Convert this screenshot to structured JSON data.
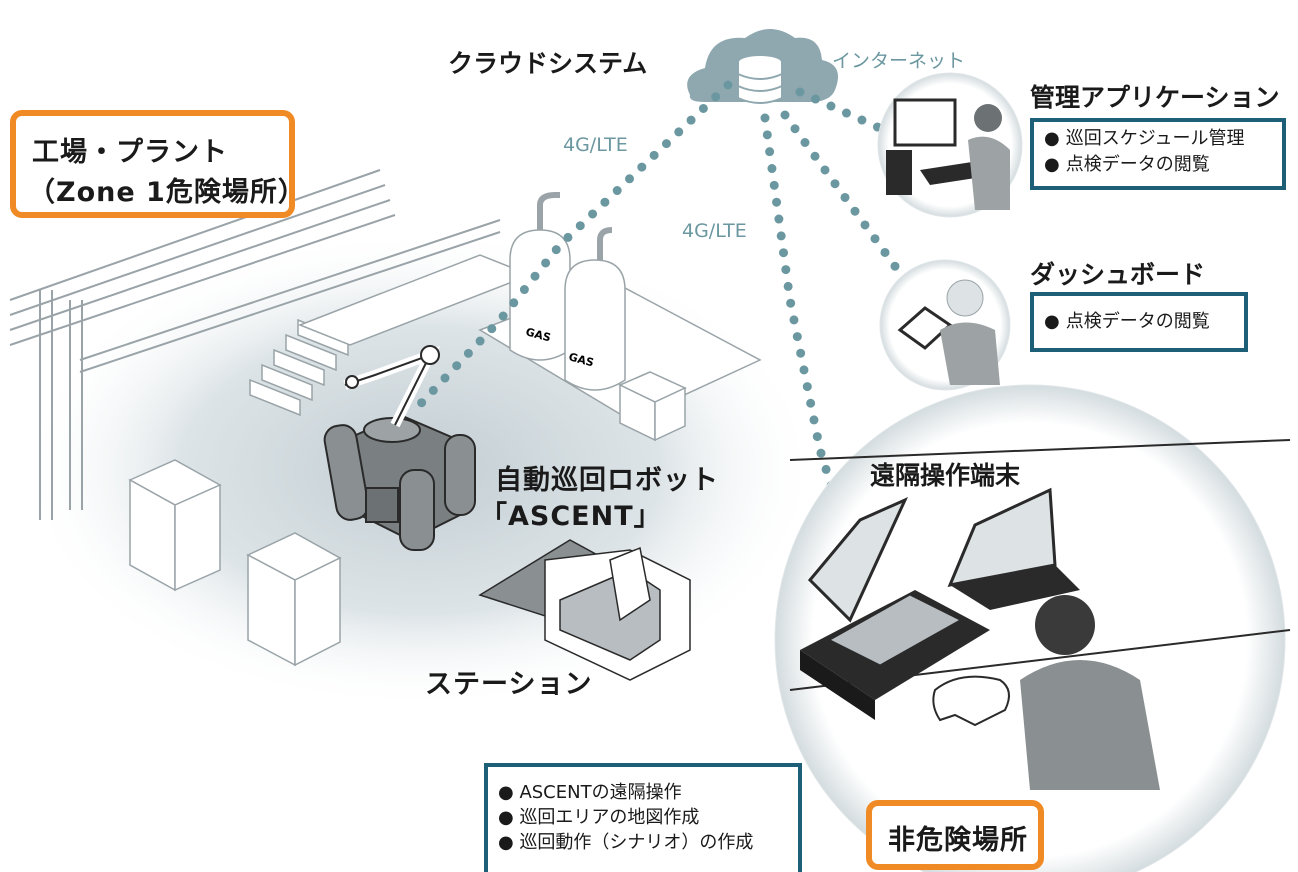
{
  "location_zone": {
    "line1": "工場・プラント",
    "line2": "（Zone 1危険場所）"
  },
  "cloud": {
    "label": "クラウドシステム"
  },
  "network": {
    "internet": "インターネット",
    "lte_left": "4G/LTE",
    "lte_center": "4G/LTE"
  },
  "management_app": {
    "title": "管理アプリケーション",
    "items": [
      "巡回スケジュール管理",
      "点検データの閲覧"
    ]
  },
  "dashboard": {
    "title": "ダッシュボード",
    "items": [
      "点検データの閲覧"
    ]
  },
  "robot": {
    "line1": "自動巡回ロボット",
    "line2": "「ASCENT」"
  },
  "station": {
    "label": "ステーション"
  },
  "tank_label": "GAS",
  "remote_terminal": {
    "title": "遠隔操作端末",
    "items": [
      "ASCENTの遠隔操作",
      "巡回エリアの地図作成",
      "巡回動作（シナリオ）の作成"
    ]
  },
  "non_hazard_area": {
    "label": "非危険場所"
  },
  "colors": {
    "orange": "#f08a24",
    "blue_border": "#1d5f77",
    "link_dots": "#6b97a0",
    "cloud": "#8fa8b0"
  }
}
